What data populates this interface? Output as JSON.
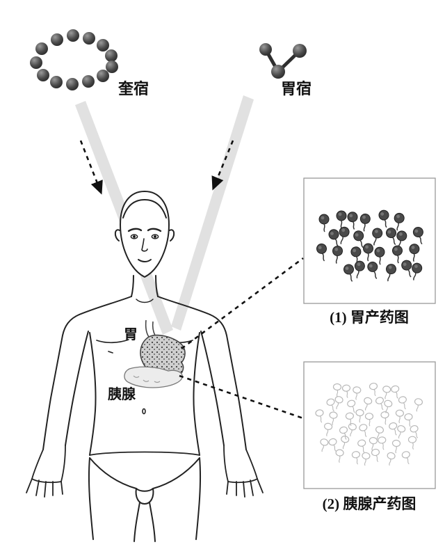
{
  "labels": {
    "molecule_left": "奎宿",
    "molecule_right": "胃宿",
    "stomach": "胃",
    "pancreas": "胰腺"
  },
  "captions": {
    "box1": "(1) 胃产药图",
    "box2": "(2) 胰腺产药图"
  },
  "icons": {
    "molecule_left": "bead-ring-molecule-icon",
    "molecule_right": "bead-triplet-molecule-icon",
    "arrow_left": "dashed-arrow-icon",
    "arrow_right": "dashed-arrow-icon"
  },
  "colors": {
    "outline": "#222222",
    "ink": "#111111",
    "beam": "#dcdcdc",
    "box_border": "#999999",
    "sphere_hi": "#9a9a9a",
    "sphere_mid": "#4a4a4a",
    "sphere_dark": "#1f1f1f",
    "cell_dark": "#4a4a4a",
    "cell_light": "#b8b8b8",
    "stomach_fill": "#cfcfcf",
    "pancreas_fill": "#ececec"
  }
}
